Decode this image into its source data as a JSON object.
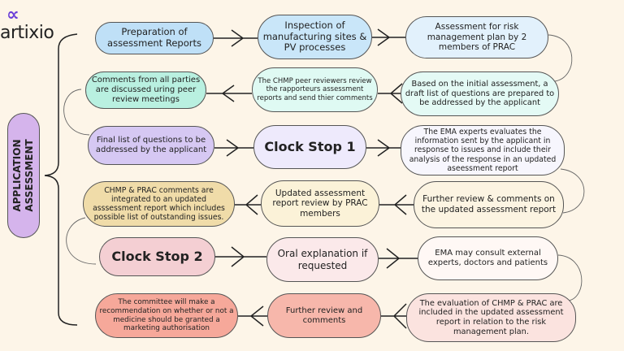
{
  "logo": {
    "text": "artixio"
  },
  "side_label": "APPLICATION\nASSESSMENT",
  "colors": {
    "background": "#fdf5e8",
    "side": "#d5b4ec"
  },
  "steps": [
    {
      "id": "A",
      "text": "Preparation of assessment Reports",
      "color": "#bfe0f7"
    },
    {
      "id": "B",
      "text": "Inspection of manufacturing sites & PV processes",
      "color": "#c9e6f9"
    },
    {
      "id": "C",
      "text": "Assessment for risk management plan by 2 members of PRAC",
      "color": "#e2f1fc"
    },
    {
      "id": "F",
      "text": "Based on the initial assessment, a draft list of questions are prepared to be addressed by the applicant",
      "color": "#e4faf5"
    },
    {
      "id": "E",
      "text": "The CHMP peer reviewers review the rapporteurs assessment reports and send thier comments",
      "color": "#dffaf3"
    },
    {
      "id": "D",
      "text": "Comments from all parties are discussed uring peer review meetings",
      "color": "#b9f0e0"
    },
    {
      "id": "G",
      "text": "Final list of questions to be addressed by the applicant",
      "color": "#d6c8f3"
    },
    {
      "id": "H",
      "text": "Clock Stop 1",
      "color": "#eeeafc"
    },
    {
      "id": "I",
      "text": "The EMA experts evaluates the information sent by the applicant in response to issues and include their analysis of the response in an updated aseessment report",
      "color": "#f7f6fd"
    },
    {
      "id": "L",
      "text": "Further review & comments on the updated assessment report",
      "color": "#fcf4e2"
    },
    {
      "id": "K",
      "text": "Updated assessment report review by PRAC members",
      "color": "#fbf2d8"
    },
    {
      "id": "J",
      "text": "CHMP & PRAC comments are integrated to an updated asssessment report which includes possible list of outstanding issues.",
      "color": "#f0dca9"
    },
    {
      "id": "M",
      "text": "Clock Stop 2",
      "color": "#f4cfd3"
    },
    {
      "id": "N",
      "text": "Oral explanation if requested",
      "color": "#fbe9ea"
    },
    {
      "id": "O",
      "text": "EMA may consult external experts, doctors and patients",
      "color": "#fff8f5"
    },
    {
      "id": "R",
      "text": "The evaluation of CHMP & PRAC are included in the updated assessment report in relation to the risk management plan.",
      "color": "#fbe3df"
    },
    {
      "id": "Q",
      "text": "Further review and comments",
      "color": "#f7b7ab"
    },
    {
      "id": "P",
      "text": "The committee will make a recommendation on whether or not a medicine should be granted a marketing authorisation",
      "color": "#f6a89a"
    }
  ]
}
